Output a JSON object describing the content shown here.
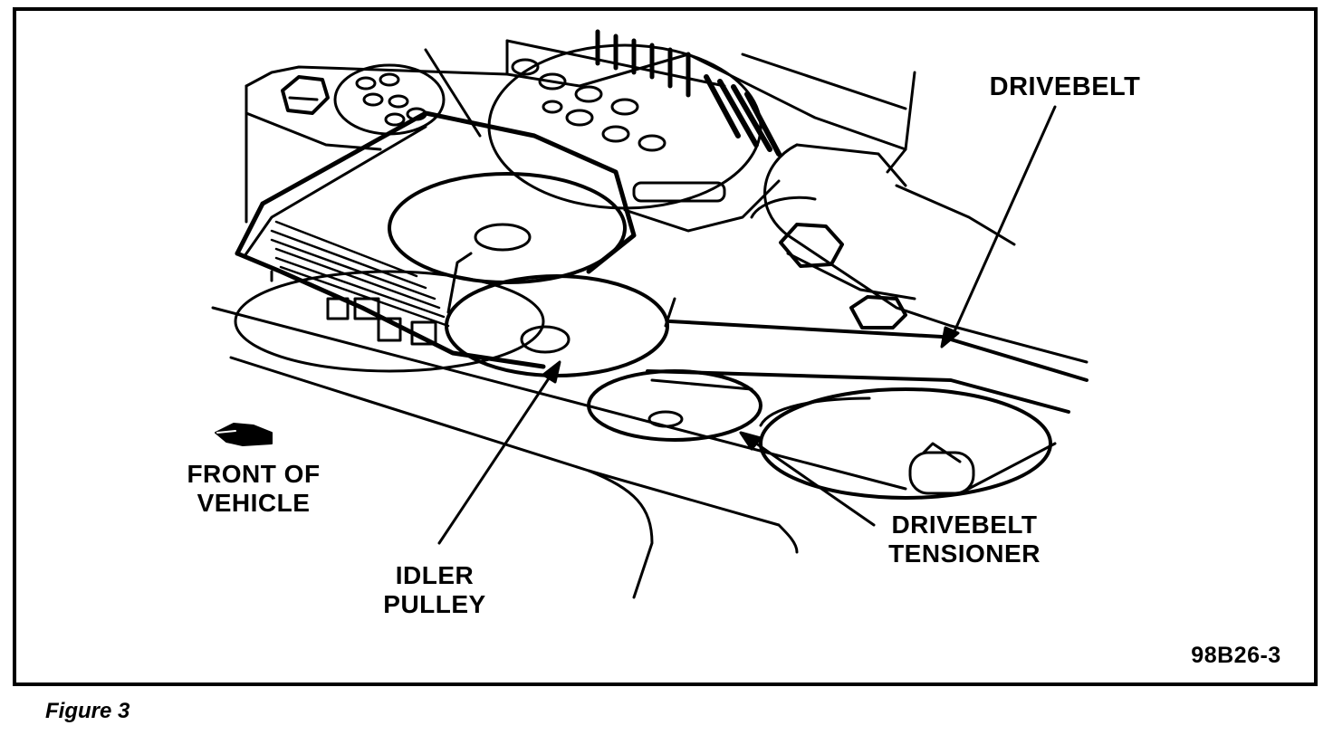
{
  "labels": {
    "drivebelt": "DRIVEBELT",
    "tensioner": [
      "DRIVEBELT",
      "TENSIONER"
    ],
    "idler": [
      "IDLER",
      "PULLEY"
    ],
    "front": [
      "FRONT OF",
      "VEHICLE"
    ]
  },
  "figure_code": "98B26-3",
  "caption": "Figure 3",
  "colors": {
    "ink": "#000000",
    "paper": "#ffffff"
  },
  "icons": [
    "front-of-vehicle-arrow-icon"
  ]
}
